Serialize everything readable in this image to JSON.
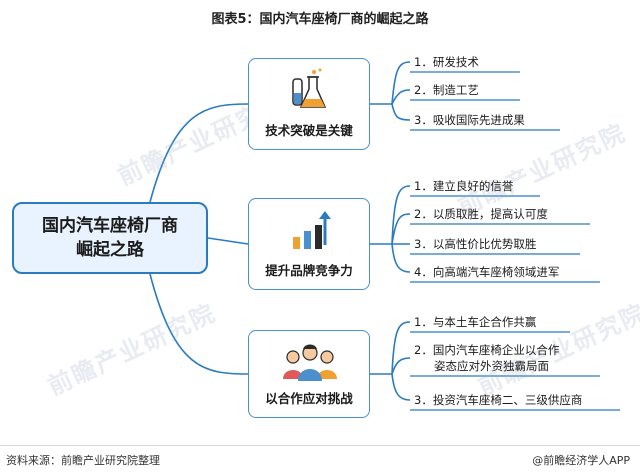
{
  "title": "图表5：国内汽车座椅厂商的崛起之路",
  "root": {
    "line1": "国内汽车座椅厂商",
    "line2": "崛起之路"
  },
  "branches": [
    {
      "label": "技术突破是关键",
      "icon": "lab-flask-icon",
      "items": [
        "1．研发技术",
        "2．制造工艺",
        "3．吸收国际先进成果"
      ]
    },
    {
      "label": "提升品牌竞争力",
      "icon": "bar-chart-rising-icon",
      "items": [
        "1．建立良好的信誉",
        "2．以质取胜，提高认可度",
        "3．以高性价比优势取胜",
        "4．向高端汽车座椅领域进军"
      ]
    },
    {
      "label": "以合作应对挑战",
      "icon": "people-group-icon",
      "items": [
        "1．与本土车企合作共赢",
        "2．国内汽车座椅企业以合作",
        "姿态应对外资独霸局面",
        "3．投资汽车座椅二、三级供应商"
      ]
    }
  ],
  "watermark": "前瞻产业研究院",
  "footer": {
    "source": "资料来源：前瞻产业研究院整理",
    "brand": "@前瞻经济学人APP"
  },
  "colors": {
    "line": "#2a7bc0",
    "root_bg": "#e8f3ff"
  }
}
